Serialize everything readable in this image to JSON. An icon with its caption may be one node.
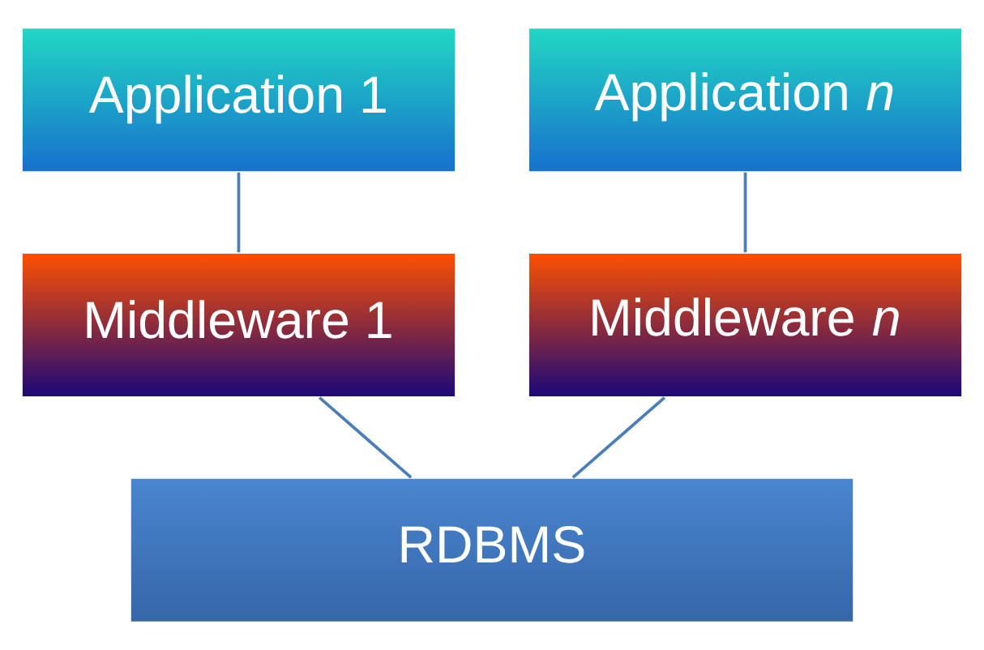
{
  "diagram": {
    "nodes": [
      {
        "text": [
          "Application 1"
        ]
      },
      {
        "text": [
          "Application *n*"
        ]
      },
      {
        "text": [
          "Middleware 1"
        ]
      },
      {
        "text": [
          "Middleware *n*"
        ]
      },
      {
        "text": [
          "RDBMS"
        ]
      }
    ],
    "edges": [
      {
        "from": 0,
        "to": 2,
        "arrow": "none"
      },
      {
        "from": 1,
        "to": 3,
        "arrow": "none"
      },
      {
        "from": 2,
        "to": 4,
        "arrow": "none"
      },
      {
        "from": 3,
        "to": 4,
        "arrow": "none"
      }
    ]
  }
}
